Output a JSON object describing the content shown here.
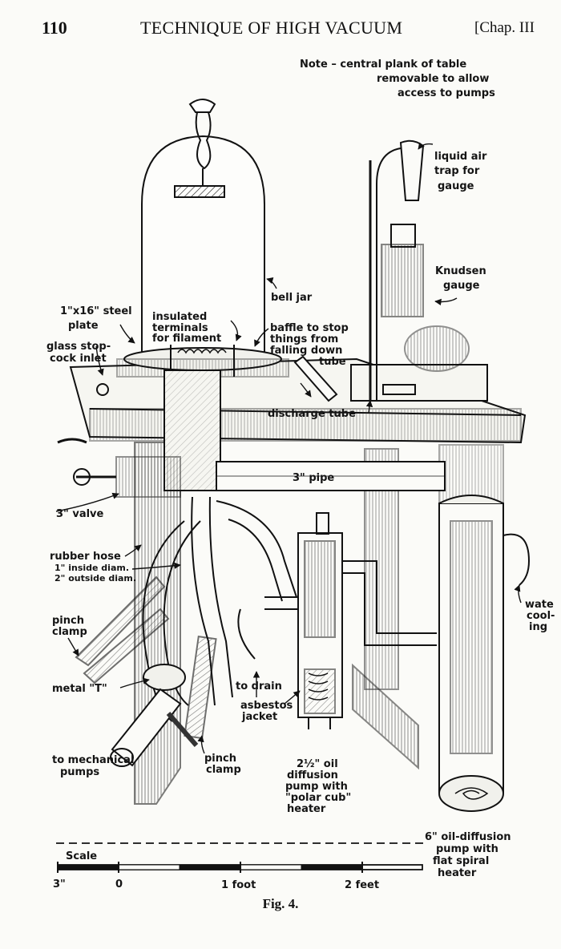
{
  "header": {
    "page_number": "110",
    "running_title": "TECHNIQUE OF HIGH VACUUM",
    "chapter": "[Chap. III"
  },
  "figure": {
    "note": [
      "Note – central plank of table",
      "removable to allow",
      "access to pumps"
    ],
    "labels": {
      "liquid_air_trap": [
        "liquid air",
        "trap for",
        "gauge"
      ],
      "knudsen_gauge": [
        "Knudsen",
        "gauge"
      ],
      "bell_jar": "bell jar",
      "steel_plate": [
        "1\"x16\" steel",
        "plate"
      ],
      "insulated_terminals": [
        "insulated",
        "terminals",
        "for filament"
      ],
      "baffle": [
        "baffle to stop",
        "things from",
        "falling down",
        "tube"
      ],
      "glass_stopcock": [
        "glass stop-",
        "cock inlet"
      ],
      "discharge_tube": "discharge tube",
      "pipe_3in": "3\" pipe",
      "valve_3in": "3\" valve",
      "rubber_hose": [
        "rubber hose",
        "1\" inside diam.",
        "2\" outside diam."
      ],
      "water_cooling": [
        "wate",
        "cool-",
        "ing"
      ],
      "pinch_clamp_left": [
        "pinch",
        "clamp"
      ],
      "metal_t": "metal \"T\"",
      "to_drain": "to drain",
      "asbestos_jacket": [
        "asbestos",
        "jacket"
      ],
      "to_mechanical_pumps": [
        "to mechanical",
        "pumps"
      ],
      "pinch_clamp_bottom": [
        "pinch",
        "clamp"
      ],
      "oil_pump_small": [
        "2½\" oil",
        "diffusion",
        "pump with",
        "\"polar cub\"",
        "heater"
      ],
      "oil_pump_large": [
        "6\" oil-diffusion",
        "pump with",
        "flat spiral",
        "heater"
      ]
    },
    "scale": {
      "title": "Scale",
      "ticks": [
        "3\"",
        "0",
        "1 foot",
        "2 feet"
      ]
    },
    "caption": "Fig. 4."
  }
}
